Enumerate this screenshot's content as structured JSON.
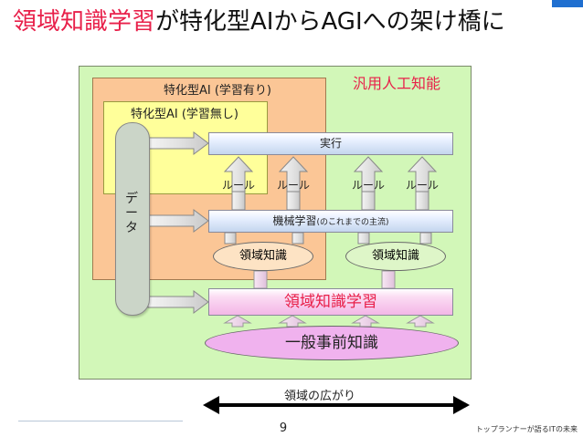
{
  "slide": {
    "title_highlight": "領域知識学習",
    "title_rest": "が特化型AIからAGIへの架け橋に",
    "page_number": "9",
    "footer_note": "トップランナーが語るITの未来"
  },
  "diagram": {
    "general_ai_label": "汎用人工知能",
    "spec_learn_label": "特化型AI (学習有り)",
    "spec_nolearn_label": "特化型AI (学習無し)",
    "data_label": "データ",
    "execution_label": "実行",
    "rules": [
      "ルール",
      "ルール",
      "ルール",
      "ルール"
    ],
    "ml_label": "機械学習",
    "ml_sub": "(のこれまでの主流)",
    "domain_knowledge": [
      "領域知識",
      "領域知識"
    ],
    "domain_knowledge_learning": "領域知識学習",
    "general_prior_knowledge": "一般事前知識",
    "range_label": "領域の広がり"
  },
  "colors": {
    "accent_red": "#e8204a",
    "general_ai_bg": "#d2f7b8",
    "spec_learn_bg": "#fbc696",
    "spec_nolearn_bg": "#ffff9a",
    "corner_blue": "#1f6fd0"
  }
}
